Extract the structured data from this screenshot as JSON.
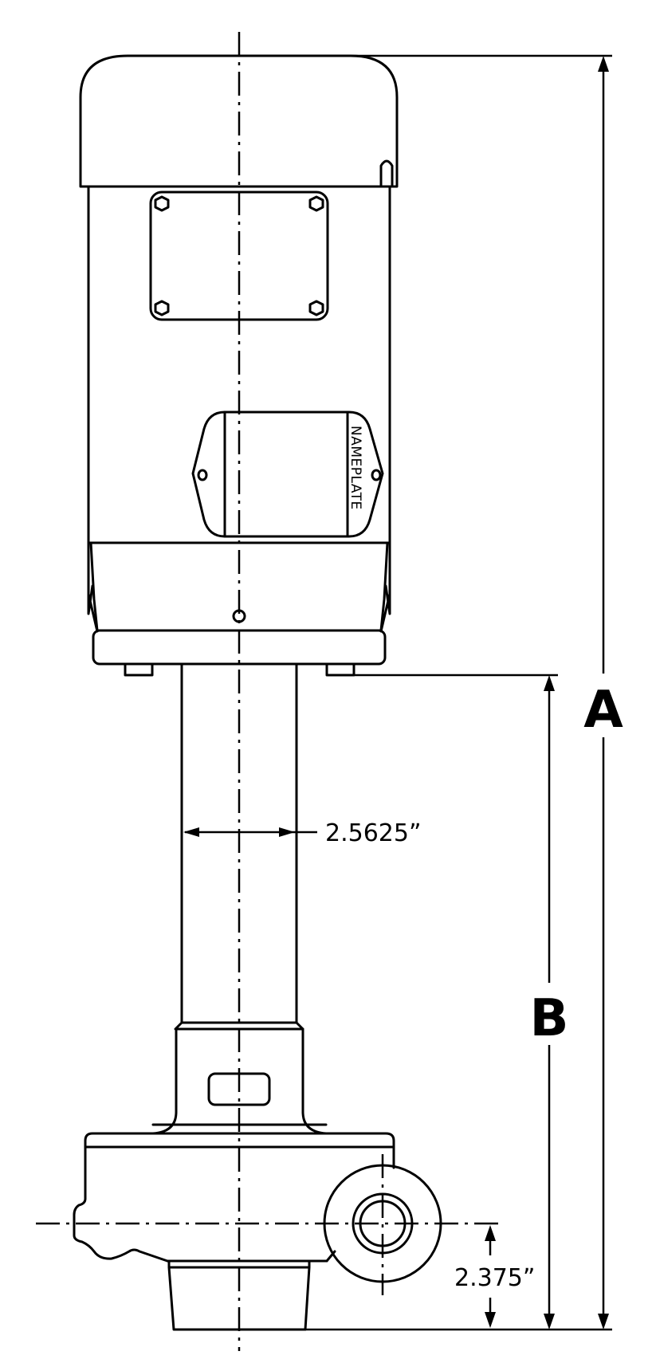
{
  "labels": {
    "dim_a": "A",
    "dim_b": "B",
    "shaft_diameter": "2.5625”",
    "outlet_height": "2.375”",
    "nameplate": "NAMEPLATE"
  }
}
